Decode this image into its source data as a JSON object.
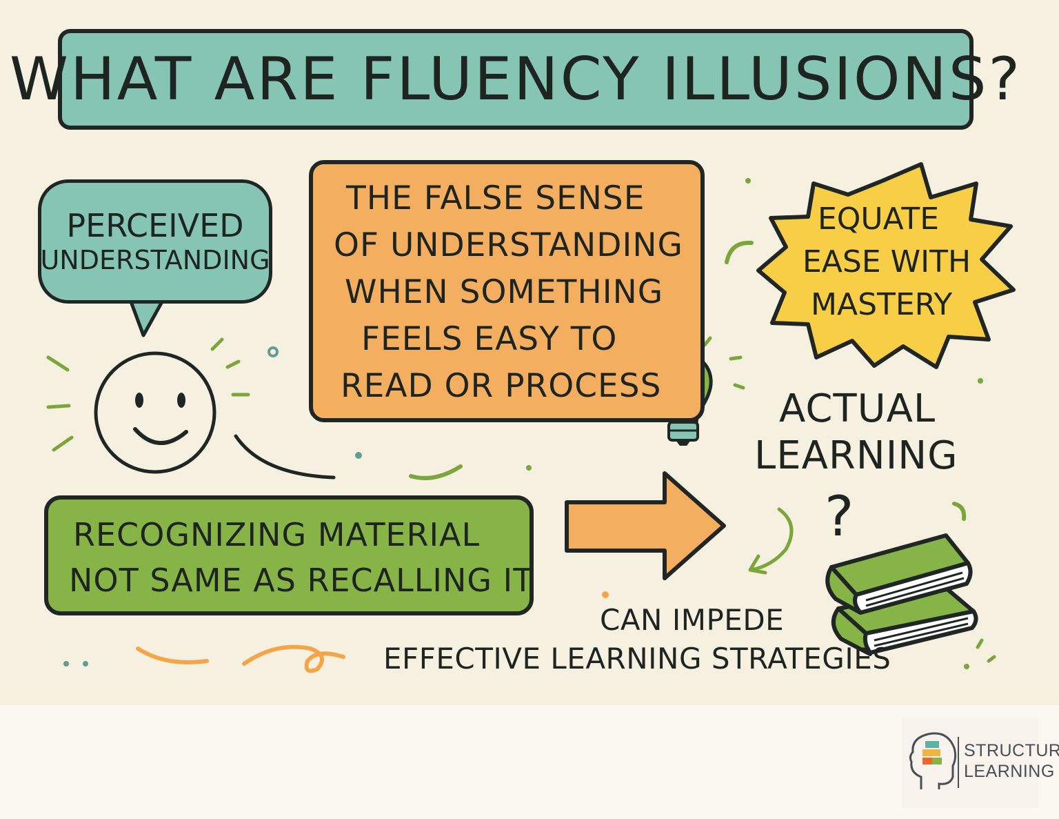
{
  "title": "WHAT ARE FLUENCY ILLUSIONS?",
  "speech_bubble": {
    "line1": "PERCEIVED",
    "line2": "UNDERSTANDING"
  },
  "definition_box": {
    "lines": [
      "THE FALSE SENSE",
      "OF UNDERSTANDING",
      "WHEN SOMETHING",
      "FEELS EASY TO",
      "READ OR PROCESS"
    ]
  },
  "starburst": {
    "lines": [
      "EQUATE",
      "EASE WITH",
      "MASTERY"
    ]
  },
  "actual_learning": {
    "line1": "ACTUAL",
    "line2": "LEARNING",
    "question_mark": "?"
  },
  "recognition_box": {
    "line1": "RECOGNIZING MATERIAL",
    "line2": "NOT SAME AS RECALLING IT"
  },
  "impede_text": {
    "line1": "CAN IMPEDE",
    "line2": "EFFECTIVE LEARNING STRATEGIES"
  },
  "logo": {
    "line1": "STRUCTURAL",
    "line2": "LEARNING"
  },
  "colors": {
    "teal": "#86c4b4",
    "orange": "#f4ae5f",
    "green": "#86b447",
    "yellow": "#f7ce45",
    "ink": "#1f2623",
    "background": "#f6f0e1"
  },
  "icons": [
    "smiley-face-icon",
    "lightbulb-icon",
    "arrow-right-icon",
    "books-stack-icon",
    "curved-arrow-icon"
  ]
}
